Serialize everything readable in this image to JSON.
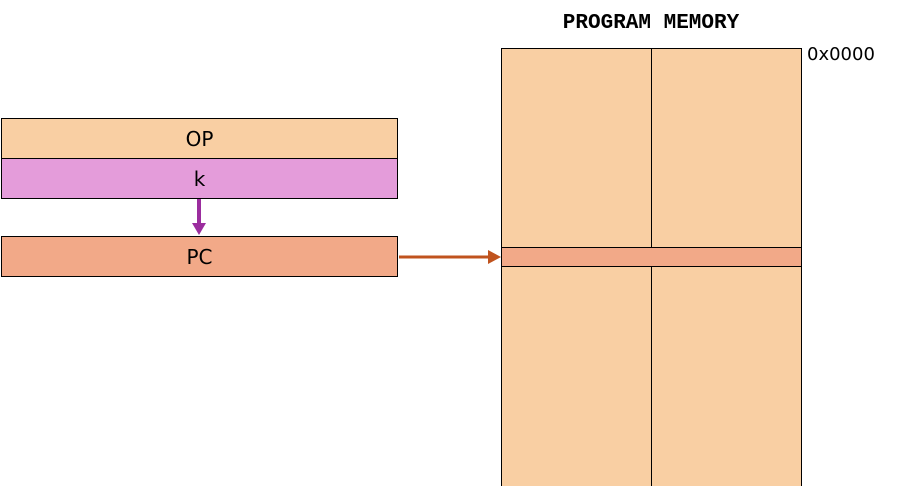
{
  "registers": {
    "op_label": "OP",
    "k_label": "k",
    "pc_label": "PC"
  },
  "memory": {
    "title": "PROGRAM MEMORY",
    "start_address": "0x0000"
  },
  "colors": {
    "op_fill": "#f9cfa3",
    "k_fill": "#e49cda",
    "pc_fill": "#f2a988",
    "memory_fill": "#f9cfa3",
    "memory_highlight": "#f2a988",
    "k_to_pc_arrow": "#9b2d9e",
    "pc_to_memory_arrow": "#c0531e"
  },
  "icons": {
    "k_to_pc": "arrow-down-icon",
    "pc_to_memory": "arrow-right-icon"
  }
}
